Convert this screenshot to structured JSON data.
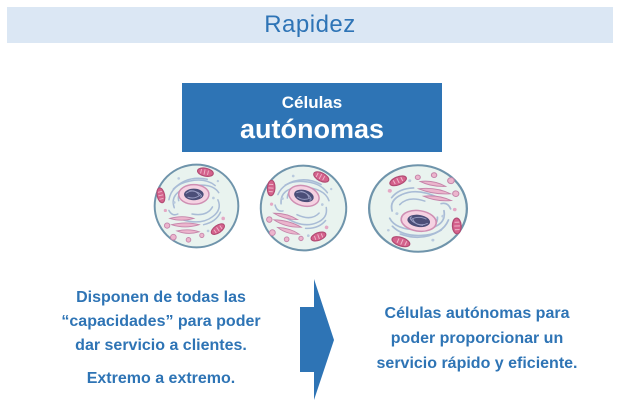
{
  "slide": {
    "title": "Rapidez",
    "label_box": {
      "line1": "Células",
      "line2": "autónomas"
    },
    "cells": {
      "count": 3,
      "icon": "animal-cell-illustration"
    },
    "left_text": {
      "lines": [
        "Disponen de todas las",
        "“capacidades” para poder",
        "dar servicio a clientes."
      ],
      "footer": "Extremo a extremo."
    },
    "arrow_icon": "right-arrow",
    "right_text": {
      "lines": [
        "Células autónomas para",
        "poder proporcionar un",
        "servicio rápido y eficiente."
      ]
    },
    "colors": {
      "header_bg": "#dbe7f4",
      "title_text": "#2e74b6",
      "box_bg": "#2e74b5",
      "box_text": "#ffffff",
      "body_text": "#2e74b5",
      "arrow": "#2e74b5",
      "cell_fill": "#e9f3ef",
      "cell_outline": "#6f94ab",
      "nucleus_fill": "#f5d2e2",
      "nucleus_outline": "#cf8fb3",
      "nucleolus": "#4b4e78",
      "er_lines": "#a9bcd6",
      "golgi": "#e8afc9",
      "mitochondria": "#d4628c"
    }
  }
}
